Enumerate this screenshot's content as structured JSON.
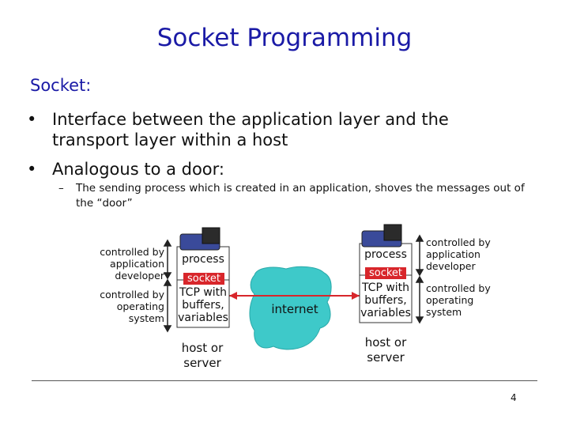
{
  "slide": {
    "title": "Socket Programming",
    "intro": "Socket:",
    "bullets": [
      "Interface between the application layer and the transport layer within a host",
      "Analogous to a door:"
    ],
    "sub_bullet": "The sending process which is created in an application, shoves the messages out of the “door”",
    "bullet_marker": "•",
    "sub_marker": "–",
    "page_number": "4"
  },
  "diagram": {
    "left_labels": {
      "controlled_by_app": "controlled by application developer",
      "controlled_by_os": "controlled by operating system"
    },
    "right_labels": {
      "controlled_by_app": "controlled by application developer",
      "controlled_by_os": "controlled by operating system"
    },
    "process_label": "process",
    "socket_label": "socket",
    "tcp_label": "TCP with buffers, variables",
    "internet_label": "internet",
    "host_label": "host or server",
    "colors": {
      "title": "#1a1aa6",
      "socket": "#d8262b",
      "internet_cloud": "#3ec9c9",
      "computer_icon": "#3a4a9a"
    }
  }
}
